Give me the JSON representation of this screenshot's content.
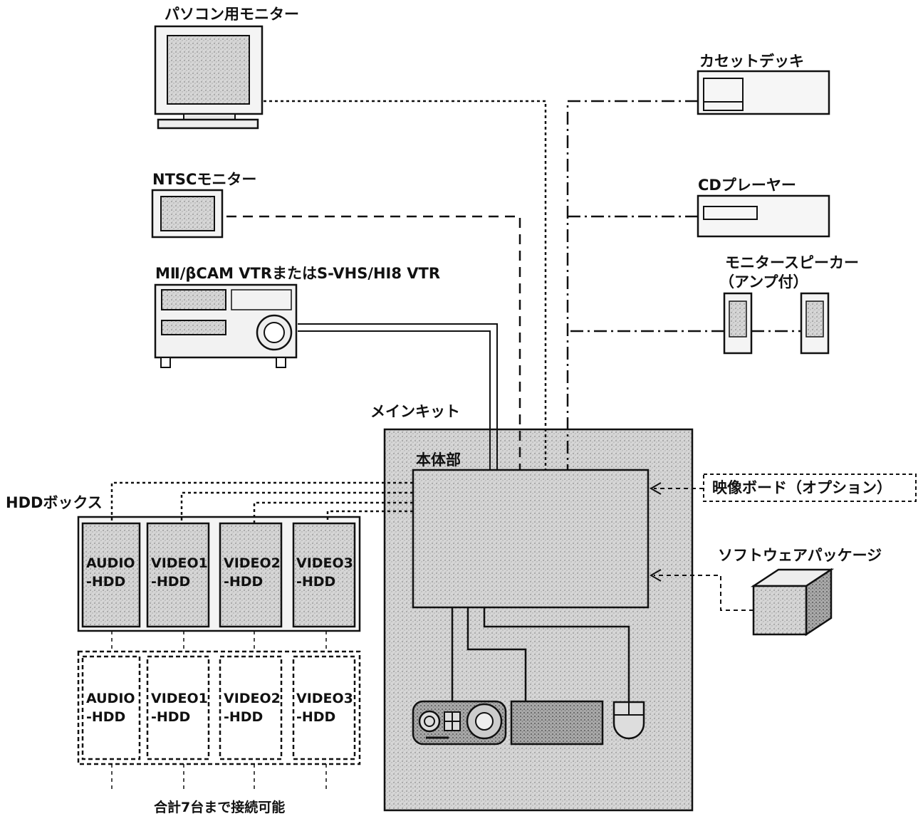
{
  "labels": {
    "pc_monitor": "パソコン用モニター",
    "ntsc_monitor": "NTSCモニター",
    "vtr": "MⅡ/βCAM VTRまたはS-VHS/HI8 VTR",
    "cassette_deck": "カセットデッキ",
    "cd_player": "CDプレーヤー",
    "monitor_speaker_1": "モニタースピーカー",
    "monitor_speaker_2": "（アンプ付）",
    "main_kit": "メインキット",
    "main_body": "本体部",
    "hdd_box": "HDDボックス",
    "video_board": "映像ボード（オプション）",
    "software_package": "ソフトウェアパッケージ",
    "max_connect": "合計7台まで接続可能"
  },
  "hdd_units": [
    {
      "line1": "AUDIO",
      "line2": "-HDD"
    },
    {
      "line1": "VIDEO1",
      "line2": "-HDD"
    },
    {
      "line1": "VIDEO2",
      "line2": "-HDD"
    },
    {
      "line1": "VIDEO3",
      "line2": "-HDD"
    }
  ],
  "hdd_optional_units": [
    {
      "line1": "AUDIO",
      "line2": "-HDD"
    },
    {
      "line1": "VIDEO1",
      "line2": "-HDD"
    },
    {
      "line1": "VIDEO2",
      "line2": "-HDD"
    },
    {
      "line1": "VIDEO3",
      "line2": "-HDD"
    }
  ]
}
